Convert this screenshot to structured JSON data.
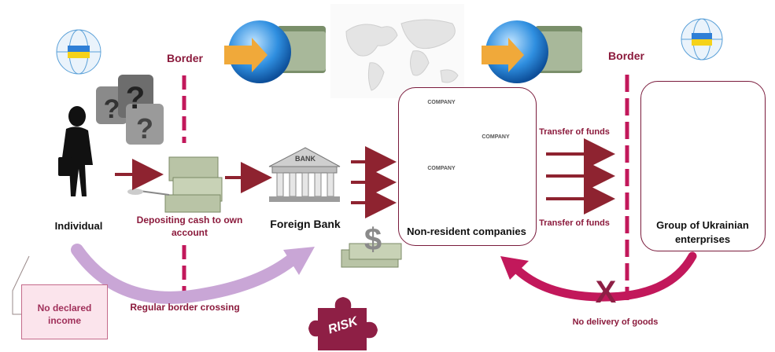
{
  "labels": {
    "border_left": "Border",
    "border_right": "Border",
    "individual": "Individual",
    "depositing": "Depositing cash to own account",
    "foreign_bank": "Foreign Bank",
    "non_resident": "Non-resident companies",
    "transfer_top": "Transfer of funds",
    "transfer_bottom": "Transfer of funds",
    "group_ukr": "Group of Ukrainian enterprises",
    "no_declared": "No declared income",
    "regular_border": "Regular border crossing",
    "no_delivery": "No delivery of goods",
    "x_mark": "X",
    "risk": "RISK",
    "bank_sign": "BANK",
    "company_sign": "COMPANY"
  },
  "colors": {
    "accent": "#8b1a3c",
    "arrow_dark": "#8e2330",
    "arc_lilac": "#c9a6d6",
    "arc_magenta": "#c2185b",
    "note_fill": "#fbe4ec"
  }
}
